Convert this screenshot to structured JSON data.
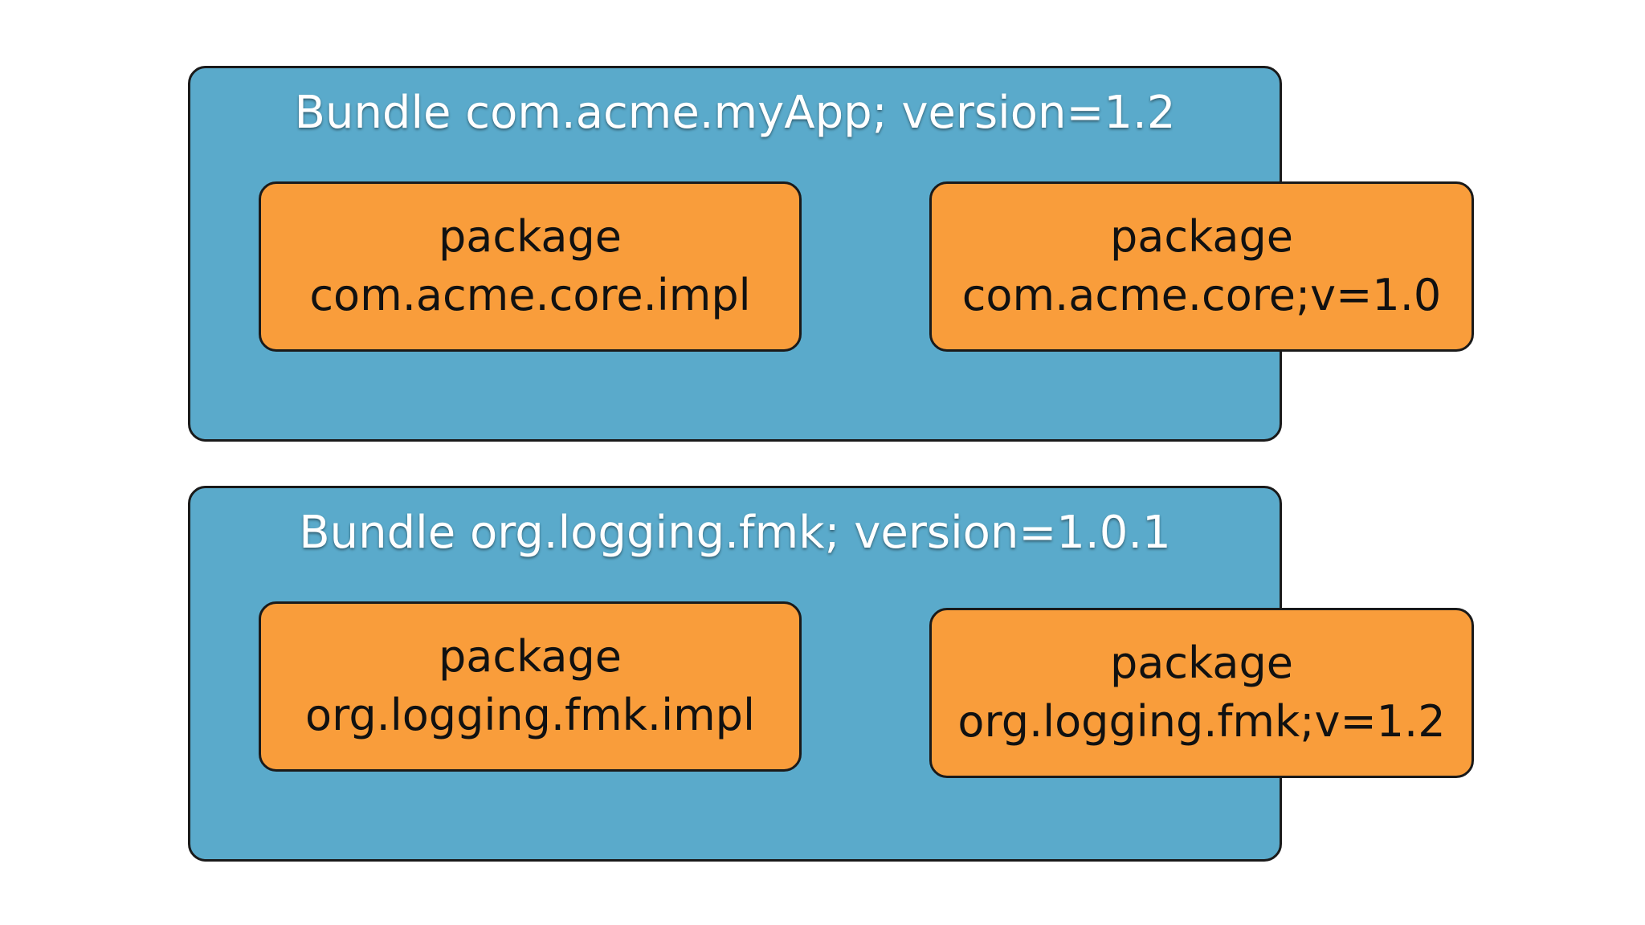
{
  "bundles": [
    {
      "title": "Bundle com.acme.myApp; version=1.2",
      "packages": [
        {
          "keyword": "package",
          "name": "com.acme.core.impl"
        },
        {
          "keyword": "package",
          "name": "com.acme.core;v=1.0"
        }
      ]
    },
    {
      "title": "Bundle org.logging.fmk; version=1.0.1",
      "packages": [
        {
          "keyword": "package",
          "name": "org.logging.fmk.impl"
        },
        {
          "keyword": "package",
          "name": "org.logging.fmk;v=1.2"
        }
      ]
    }
  ],
  "colors": {
    "bundle_fill": "#5aaacb",
    "package_fill": "#f99d3b",
    "outline": "#1a1a1a",
    "title_text": "#ffffff"
  }
}
